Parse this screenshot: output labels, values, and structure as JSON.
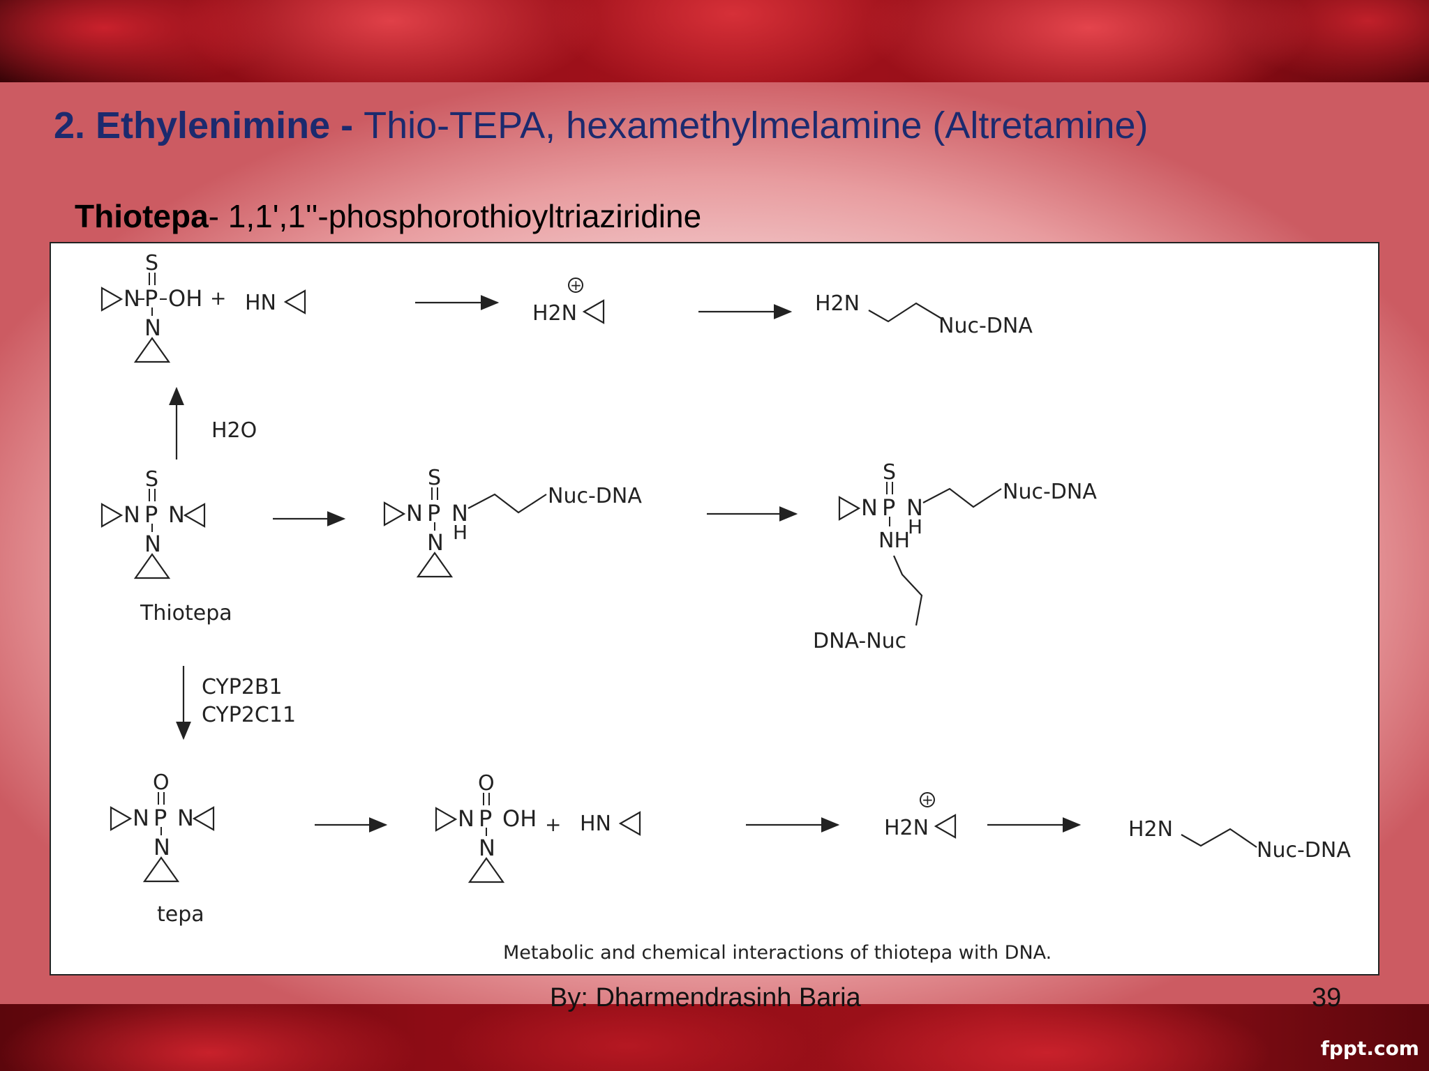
{
  "slide": {
    "title_bold": "2. Ethylenimine  - ",
    "title_rest": "Thio-TEPA, hexamethylmelamine (Altretamine)",
    "subtitle_bold": "Thiotepa",
    "subtitle_rest": "- 1,1',1''-phosphorothioyltriaziridine",
    "author": "By: Dharmendrasinh Baria",
    "page_number": "39",
    "brand": "fppt.com"
  },
  "figure": {
    "caption": "Metabolic and chemical interactions of thiotepa with DNA.",
    "labels": {
      "thiotepa": "Thiotepa",
      "tepa": "tepa",
      "water": "H2O",
      "enzyme1": "CYP2B1",
      "enzyme2": "CYP2C11",
      "nuc_dna": "Nuc-DNA",
      "dna_nuc": "DNA-Nuc",
      "oh": "OH",
      "plus": "+",
      "sulfur": "S",
      "oxygen": "O",
      "nitrogen": "N",
      "phosphorus": "P",
      "hydrogen": "H",
      "nh": "NH",
      "hn": "HN",
      "h2n": "H2N"
    }
  }
}
